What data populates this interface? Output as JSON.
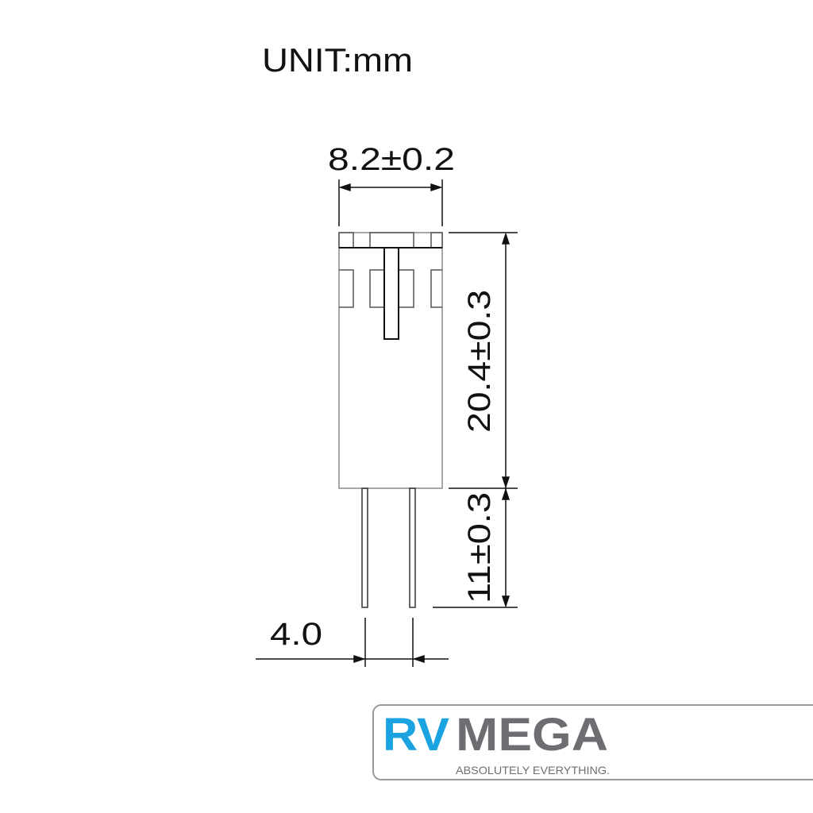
{
  "unit_label": "UNIT:mm",
  "dimensions": {
    "width": "8.2±0.2",
    "body_height": "20.4±0.3",
    "lead_length": "11±0.3",
    "lead_spacing": "4.0"
  },
  "logo": {
    "part1": "RV",
    "part2": "MEGA",
    "tagline": "ABSOLUTELY EVERYTHING.",
    "colors": {
      "blue": "#1aa3e0",
      "gray": "#6d6e71"
    }
  }
}
